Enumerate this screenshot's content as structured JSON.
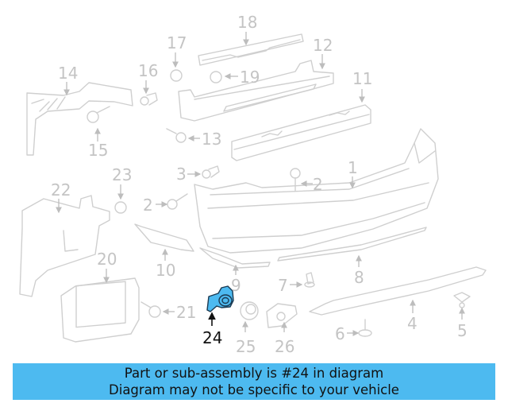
{
  "diagram": {
    "highlighted_part": "24",
    "highlight_color": "#4dbaf0",
    "callouts": [
      {
        "id": "1",
        "label": "1"
      },
      {
        "id": "2a",
        "label": "2"
      },
      {
        "id": "2b",
        "label": "2"
      },
      {
        "id": "3",
        "label": "3"
      },
      {
        "id": "4",
        "label": "4"
      },
      {
        "id": "5",
        "label": "5"
      },
      {
        "id": "6",
        "label": "6"
      },
      {
        "id": "7",
        "label": "7"
      },
      {
        "id": "8",
        "label": "8"
      },
      {
        "id": "9",
        "label": "9"
      },
      {
        "id": "10",
        "label": "10"
      },
      {
        "id": "11",
        "label": "11"
      },
      {
        "id": "12",
        "label": "12"
      },
      {
        "id": "13",
        "label": "13"
      },
      {
        "id": "14",
        "label": "14"
      },
      {
        "id": "15",
        "label": "15"
      },
      {
        "id": "16",
        "label": "16"
      },
      {
        "id": "17",
        "label": "17"
      },
      {
        "id": "18",
        "label": "18"
      },
      {
        "id": "19",
        "label": "19"
      },
      {
        "id": "20",
        "label": "20"
      },
      {
        "id": "21",
        "label": "21"
      },
      {
        "id": "22",
        "label": "22"
      },
      {
        "id": "23",
        "label": "23"
      },
      {
        "id": "24",
        "label": "24"
      },
      {
        "id": "25",
        "label": "25"
      },
      {
        "id": "26",
        "label": "26"
      }
    ]
  },
  "banner": {
    "line1": "Part or sub-assembly is #24 in diagram",
    "line2": "Diagram may not be specific to your vehicle",
    "background": "#4dbaf0"
  }
}
